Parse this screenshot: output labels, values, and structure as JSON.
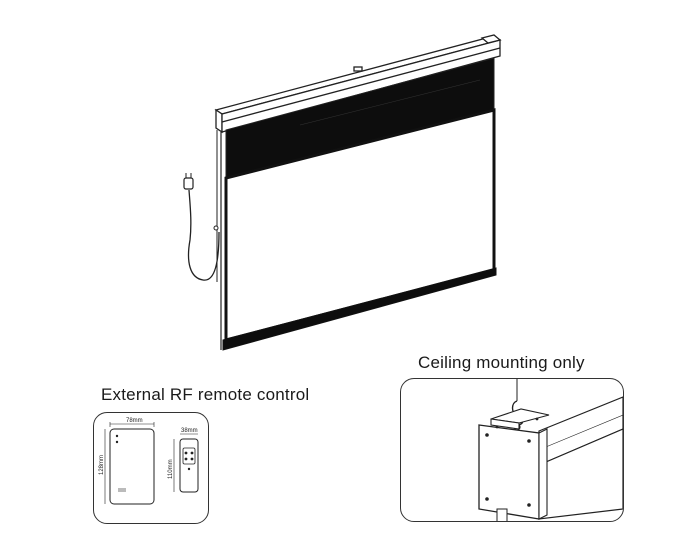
{
  "captions": {
    "remote": "External RF remote control",
    "ceiling": "Ceiling mounting only"
  },
  "remote_dimensions": {
    "front_width": "78mm",
    "front_height": "128mm",
    "side_width": "38mm",
    "side_height": "110mm"
  },
  "icons": {
    "screen": "motorized-projector-screen",
    "plug": "power-plug-icon",
    "remote": "rf-remote-icon",
    "bracket": "ceiling-hook-bracket-icon"
  }
}
